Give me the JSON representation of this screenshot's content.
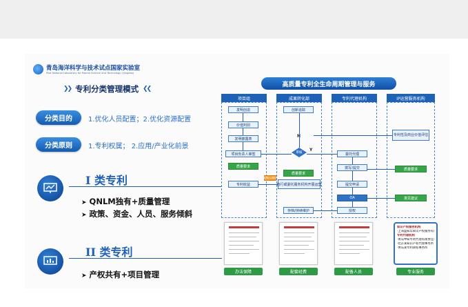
{
  "slide": {
    "institution_cn": "青岛海洋科学与技术试点国家实验室",
    "institution_en": "Pilot National Laboratory for Marine Science and Technology (Qingdao)",
    "mode_title": "专利分类管理模式",
    "chevrons_left": "❯❯",
    "chevrons_right": "❮❮",
    "purpose": {
      "label": "分类目的",
      "text": "1.优化人员配置；2.优化资源配置"
    },
    "principle": {
      "label": "分类原则",
      "text": "1.专利权属；  2.应用/产业化前景"
    },
    "category1": {
      "title": "I 类专利",
      "bullets": [
        "QNLM独有+质量管理",
        "政策、资金、人员、服务倾斜"
      ]
    },
    "category2": {
      "title": "II 类专利",
      "bullets": [
        "产权共有+项目管理"
      ]
    },
    "bullet_arrow": "➤"
  },
  "flow": {
    "title": "高质量专利全生命周期管理与服务",
    "columns": [
      "项目组",
      "成果转化部",
      "专利代理机构",
      "IP运营服务机构"
    ],
    "nodes": {
      "n1": "发明创造",
      "n2": "价值判别",
      "n3": "发明披露表",
      "n4": "项目负责人审签",
      "n5": "创新追踪",
      "n6": "审核",
      "n7": "委托代理",
      "n8": "撰写/提交",
      "n9": "专利收益",
      "n10": "自行或委托服务机构开展运营",
      "n11": "质量要求",
      "n12": "质量要求",
      "n13": "提交申请",
      "n14": "OA",
      "n15": "授权",
      "n16": "存档/持续维护",
      "n17": "专利性及商业价值评估",
      "n18": "质量要求",
      "n19": "意见建议",
      "n20": "发明人/单位"
    },
    "decision_n": "N",
    "decision_y": "Y",
    "bottom_labels": [
      "办法保障",
      "配套经费",
      "配备人员",
      "专业服务"
    ],
    "service_lines": [
      "知识产权服务机构",
      "·上海盛知华知识产权服务有限公司",
      "专利代理机构",
      "·青岛中知专利代理有限责任公司",
      "·北京某知识产权代理事务所",
      "·青岛某专利商标事务所"
    ]
  },
  "colors": {
    "accent": "#1e5bb8",
    "green": "#36a548",
    "orange": "#f39a2e",
    "topbar": "#efefef"
  }
}
